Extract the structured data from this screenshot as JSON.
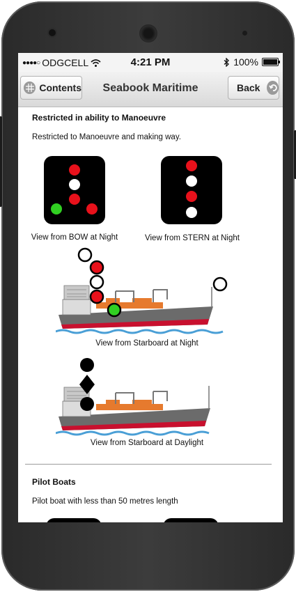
{
  "status_bar": {
    "carrier": "ODGCELL",
    "time": "4:21 PM",
    "battery": "100%"
  },
  "nav": {
    "left_button": "Contents",
    "title": "Seabook Maritime",
    "right_button": "Back"
  },
  "section1": {
    "heading": "Restricted in ability to Manoeuvre",
    "description": "Restricted to Manoeuvre and making way.",
    "bow_caption": "View from BOW at Night",
    "stern_caption": "View from STERN at Night",
    "starboard_night_caption": "View from Starboard at Night",
    "starboard_day_caption": "View from Starboard at Daylight",
    "bow_lights": [
      "red",
      "white",
      "red",
      "green",
      "red"
    ],
    "stern_lights": [
      "red",
      "white",
      "red",
      "white"
    ]
  },
  "section2": {
    "heading": "Pilot Boats",
    "description": "Pilot boat with less than 50 metres length"
  },
  "colors": {
    "red_light": "#e8111b",
    "green_light": "#31d022",
    "white_light": "#ffffff",
    "hull": "#6b6b6b",
    "hull_stripe": "#c8102e",
    "water": "#4a9fd6",
    "cargo": "#e67a2e"
  }
}
